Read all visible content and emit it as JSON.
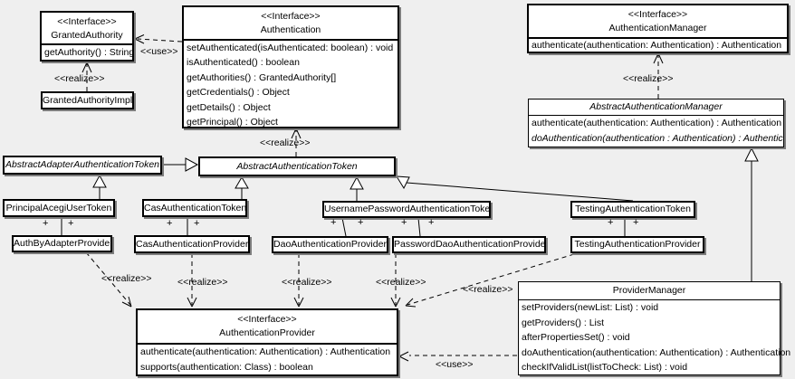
{
  "labels": {
    "realize": "<<realize>>",
    "use": "<<use>>",
    "plus": "+"
  },
  "classes": {
    "granted_authority": {
      "stereotype": "<<Interface>>",
      "name": "GrantedAuthority",
      "methods": [
        "getAuthority() : String"
      ]
    },
    "granted_authority_impl": {
      "name": "GrantedAuthorityImpl"
    },
    "authentication": {
      "stereotype": "<<Interface>>",
      "name": "Authentication",
      "methods": [
        "setAuthenticated(isAuthenticated: boolean) : void",
        "isAuthenticated() : boolean",
        "getAuthorities() : GrantedAuthority[]",
        "getCredentials() : Object",
        "getDetails() : Object",
        "getPrincipal() : Object"
      ]
    },
    "authentication_manager": {
      "stereotype": "<<Interface>>",
      "name": "AuthenticationManager",
      "methods": [
        "authenticate(authentication: Authentication) : Authentication"
      ]
    },
    "abstract_authentication_manager": {
      "name": "AbstractAuthenticationManager",
      "methods": [
        "authenticate(authentication: Authentication) : Authentication",
        "doAuthentication(authentication : Authentication) : Authentication"
      ]
    },
    "abstract_adapter_authentication_token": {
      "name": "AbstractAdapterAuthenticationToken"
    },
    "abstract_authentication_token": {
      "name": "AbstractAuthenticationToken"
    },
    "principal_acegi_user_token": {
      "name": "PrincipalAcegiUserToken"
    },
    "cas_authentication_token": {
      "name": "CasAuthenticationToken"
    },
    "username_password_authentication_token": {
      "name": "UsernamePasswordAuthenticationToken"
    },
    "testing_authentication_token": {
      "name": "TestingAuthenticationToken"
    },
    "auth_by_adapter_provider": {
      "name": "AuthByAdapterProvider"
    },
    "cas_authentication_provider": {
      "name": "CasAuthenticationProvider"
    },
    "dao_authentication_provider": {
      "name": "DaoAuthenticationProvider"
    },
    "password_dao_authentication_provider": {
      "name": "PasswordDaoAuthenticationProvider"
    },
    "testing_authentication_provider": {
      "name": "TestingAuthenticationProvider"
    },
    "provider_manager": {
      "name": "ProviderManager",
      "methods": [
        "setProviders(newList: List) : void",
        "getProviders() : List",
        "afterPropertiesSet() : void",
        "doAuthentication(authentication: Authentication) : Authentication",
        "checkIfValidList(listToCheck: List) : void"
      ]
    },
    "authentication_provider": {
      "stereotype": "<<Interface>>",
      "name": "AuthenticationProvider",
      "methods": [
        "authenticate(authentication: Authentication) : Authentication",
        "supports(authentication: Class) : boolean"
      ]
    }
  }
}
